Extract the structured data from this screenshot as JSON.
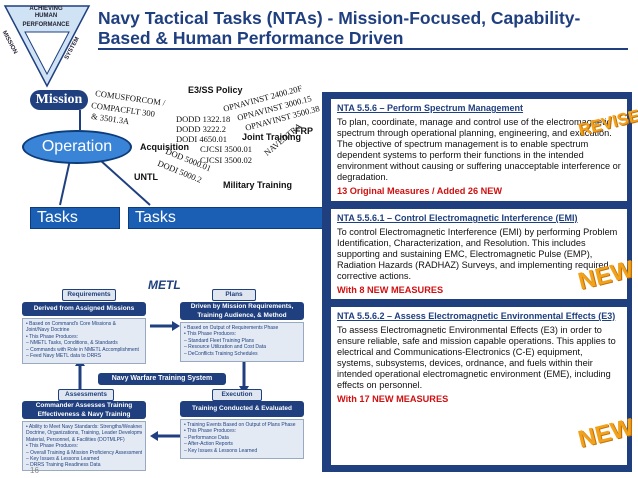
{
  "triangle": {
    "top": "ACHIEVING HUMAN",
    "middle": "PERFORMANCE",
    "left": "MISSION",
    "right": "SYSTEM"
  },
  "title": {
    "line1": "Navy Tactical Tasks (NTAs) - Mission-Focused, Capability-",
    "line2": "Based & Human Performance Driven"
  },
  "diagram": {
    "mission": "Mission",
    "operation": "Operation",
    "tasks_left": "Tasks",
    "tasks_right": "Tasks",
    "metl": "METL",
    "e3ss_policy": "E3/SS Policy",
    "acquisition": "Acquisition",
    "untl": "UNTL",
    "joint_training": "Joint Training",
    "military_training": "Military Training",
    "frp": "FRP",
    "docs": {
      "a": "COMUSFORCOM /",
      "b": "COMPACFLT 300",
      "c": "& 3501.3A",
      "d": "OPNAVINST 2400.20F",
      "e": "OPNAVINST 3000.15",
      "f": "OPNAVINST 3500.38",
      "g": "DODD 1322.18",
      "h": "DODD 3222.2",
      "i": "DODI 4650.01",
      "j": "CJCSI 3500.01",
      "k": "CJCSI 3500.02",
      "l": "DOD 5000.01",
      "m": "DODI 5000.2",
      "n": "NAVEDTRA"
    }
  },
  "flow": {
    "requirements_tab": "Requirements",
    "derived_header": "Derived from Assigned Missions",
    "derived_items": [
      "• Based on Command's Core Missions &",
      "  Joint/Navy Doctrine",
      "• This Phase Produces:",
      "  – NMETL Tasks, Conditions, & Standards",
      "  – Commands with Role in NMETL Accomplishment",
      "  – Feed Navy METL data to DRRS"
    ],
    "plans_tab": "Plans",
    "driven_header": "Driven by Mission Requirements, Training Audience, & Method",
    "driven_items": [
      "• Based on Output of Requirements Phase",
      "• This Phase Produces:",
      "  – Standard Fleet Training Plans",
      "  – Resource Utilization and Cost Data",
      "  – DeConflicts Training Schedules"
    ],
    "nwts": "Navy Warfare Training System",
    "assessments_tab": "Assessments",
    "commander_header": "Commander Assesses Training Effectiveness & Navy Training Readiness",
    "commander_items": [
      "• Ability to Meet Navy Standards: Strengths/Weakness in",
      "  Doctrine, Organizations, Training, Leader Development,",
      "  Material, Personnel, & Facilities (DOTMLPF)",
      "• This Phase Produces:",
      "  – Overall Training & Mission Proficiency Assessments",
      "  – Key Issues & Lessons Learned",
      "  – DRRS Training Readiness Data"
    ],
    "execution_tab": "Execution",
    "conducted_header": "Training Conducted & Evaluated",
    "conducted_items": [
      "• Training Events Based on Output of Plans Phase",
      "• This Phase Produces:",
      "  – Performance Data",
      "  – After-Action Reports",
      "  – Key Issues & Lessons Learned"
    ]
  },
  "panels": [
    {
      "heading": "NTA 5.5.6 – Perform Spectrum Management",
      "body": "To plan, coordinate, manage and control use of the electromagnetic spectrum through operational planning, engineering, and execution. The objective of spectrum management is to enable spectrum dependent systems to perform their functions in the intended environment without causing or suffering unacceptable interference or degradation.",
      "measures": "13 Original Measures / Added 26 NEW"
    },
    {
      "heading": "NTA 5.5.6.1 – Control Electromagnetic Interference (EMI)",
      "body": "To control Electromagnetic Interference (EMI) by performing Problem Identification, Characterization, and Resolution. This includes supporting and sustaining EMC, Electromagnetic Pulse (EMP),  Radiation Hazards (RADHAZ) Surveys, and implementing required corrective actions.",
      "measures": "With 8 NEW MEASURES"
    },
    {
      "heading": "NTA 5.5.6.2 – Assess Electromagnetic Environmental Effects (E3)",
      "body": "To assess Electromagnetic Environmental Effects (E3) in order to ensure reliable, safe and mission capable operations. This applies to electrical and Communications-Electronics (C-E) equipment, systems, subsystems, devices, ordnance, and fuels within their intended operational electromagnetic environment (EME), including effects on personnel.",
      "measures": "With 17 NEW MEASURES"
    }
  ],
  "stamps": {
    "revised": "REVISED",
    "new1": "NEW",
    "new2": "NEW"
  },
  "page_number": "16"
}
